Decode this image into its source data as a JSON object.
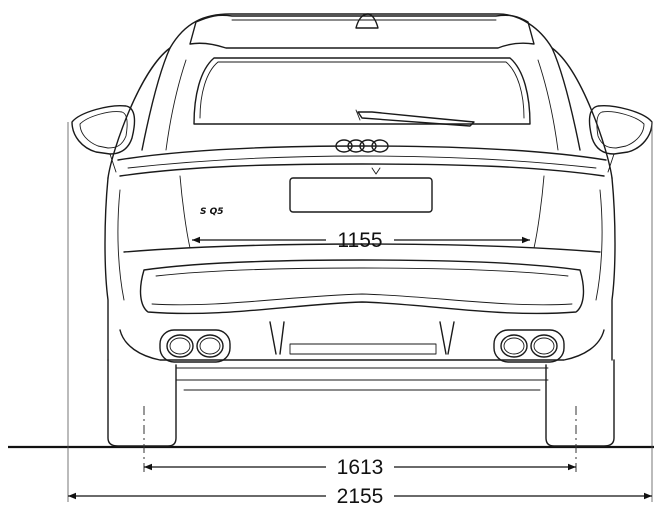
{
  "badge_text": "S Q5",
  "dimensions": {
    "width_label": "1155",
    "track_label": "1613",
    "overall_label": "2155"
  }
}
